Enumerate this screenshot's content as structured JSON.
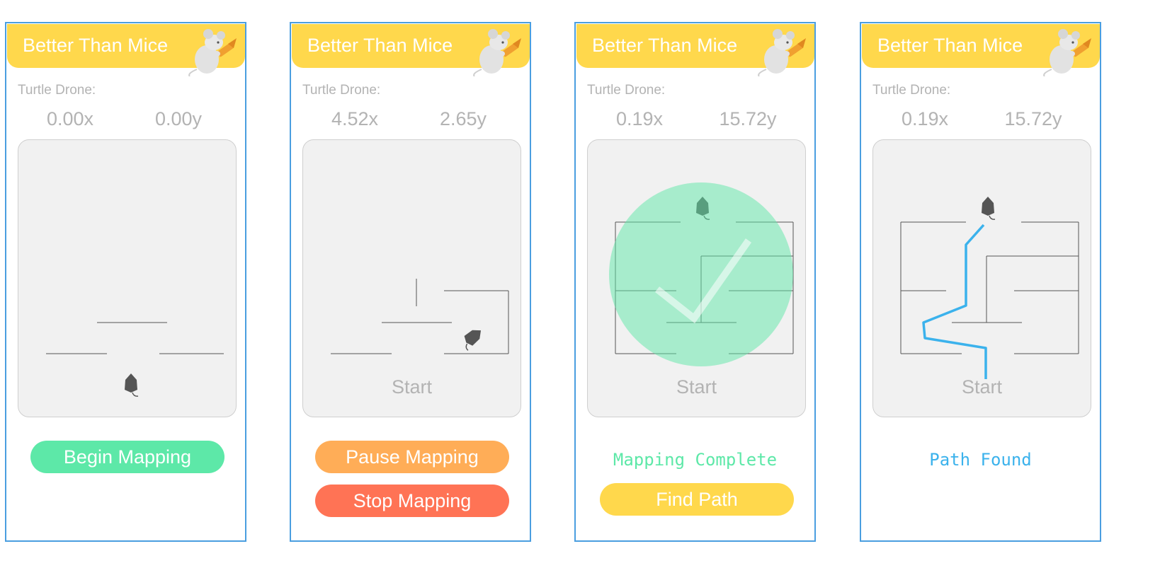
{
  "colors": {
    "frame": "#4a9ee0",
    "header": "#ffd84c",
    "muted_text": "#b3b3b3",
    "begin": "#5de8a8",
    "pause": "#ffad57",
    "stop": "#ff7355",
    "find": "#ffd84c",
    "complete_text": "#5de8a8",
    "path_text": "#3bb2ec",
    "path_line": "#3bb2ec"
  },
  "screens": [
    {
      "app_title": "Better Than Mice",
      "drone_label": "Turtle Drone:",
      "x_coord": "0.00x",
      "y_coord": "0.00y",
      "start_label": "",
      "begin_button": "Begin Mapping"
    },
    {
      "app_title": "Better Than Mice",
      "drone_label": "Turtle Drone:",
      "x_coord": "4.52x",
      "y_coord": "2.65y",
      "start_label": "Start",
      "pause_button": "Pause Mapping",
      "stop_button": "Stop Mapping"
    },
    {
      "app_title": "Better Than Mice",
      "drone_label": "Turtle Drone:",
      "x_coord": "0.19x",
      "y_coord": "15.72y",
      "start_label": "Start",
      "status": "Mapping Complete",
      "find_button": "Find Path"
    },
    {
      "app_title": "Better Than Mice",
      "drone_label": "Turtle Drone:",
      "x_coord": "0.19x",
      "y_coord": "15.72y",
      "start_label": "Start",
      "status": "Path Found"
    }
  ]
}
